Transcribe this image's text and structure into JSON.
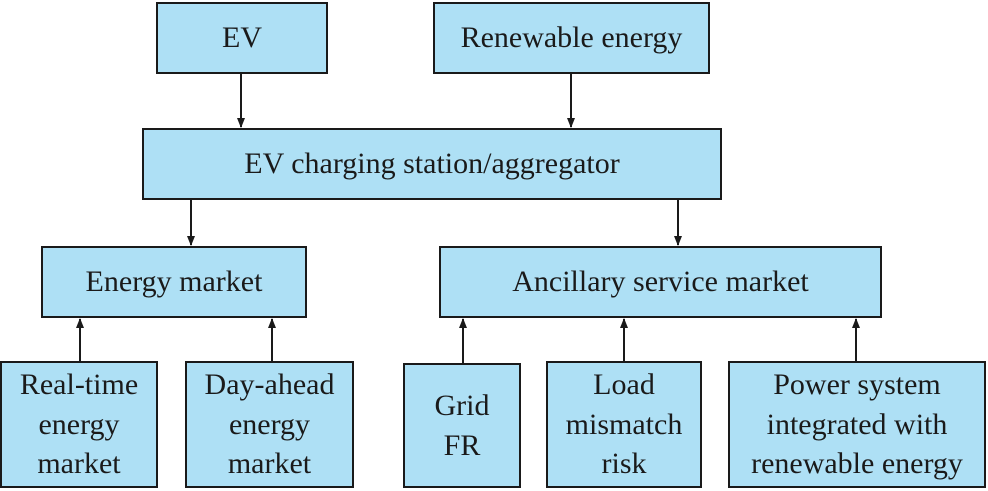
{
  "colors": {
    "box_fill": "#aee0f5",
    "box_border": "#1a1a1a",
    "arrow": "#1a1a1a",
    "text": "#1a1a1a"
  },
  "nodes": {
    "ev": "EV",
    "renewable": "Renewable energy",
    "station": "EV charging station/aggregator",
    "energy_market": "Energy market",
    "ancillary_market": "Ancillary service market",
    "real_time": "Real-time\nenergy\nmarket",
    "day_ahead": "Day-ahead\nenergy\nmarket",
    "grid_fr": "Grid\nFR",
    "load_mismatch": "Load\nmismatch\nrisk",
    "power_system": "Power system\nintegrated with\nrenewable energy"
  },
  "edges": [
    {
      "from": "ev",
      "to": "station"
    },
    {
      "from": "renewable",
      "to": "station"
    },
    {
      "from": "station",
      "to": "energy_market"
    },
    {
      "from": "station",
      "to": "ancillary_market"
    },
    {
      "from": "real_time",
      "to": "energy_market"
    },
    {
      "from": "day_ahead",
      "to": "energy_market"
    },
    {
      "from": "grid_fr",
      "to": "ancillary_market"
    },
    {
      "from": "load_mismatch",
      "to": "ancillary_market"
    },
    {
      "from": "power_system",
      "to": "ancillary_market"
    }
  ]
}
